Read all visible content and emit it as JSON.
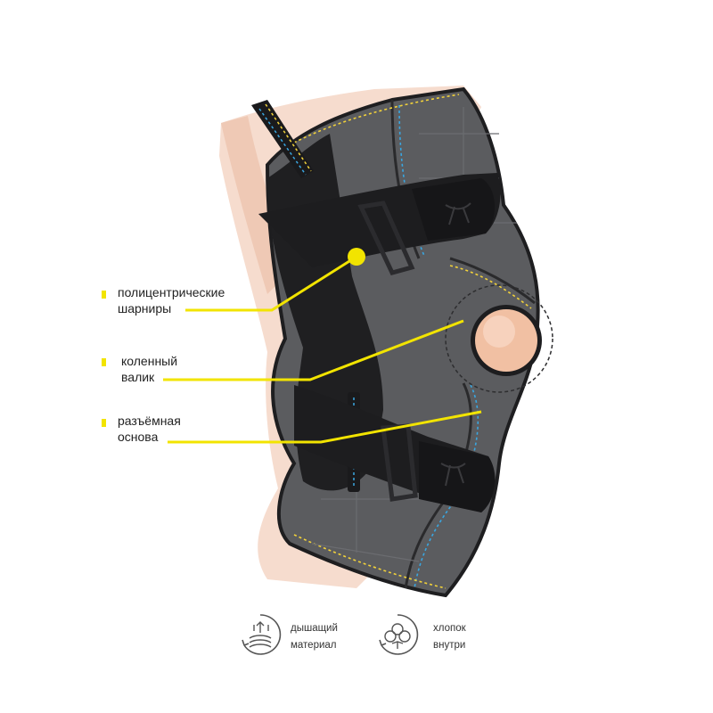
{
  "accent_color": "#f2e400",
  "callouts": [
    {
      "id": "hinges",
      "line1": "полицентрические",
      "line2": "шарниры"
    },
    {
      "id": "pad",
      "line1": "коленный",
      "line2": "валик"
    },
    {
      "id": "base",
      "line1": "разъёмная",
      "line2": "основа"
    }
  ],
  "features": [
    {
      "icon": "breathable-material-icon",
      "line1": "дышащий",
      "line2": "материал"
    },
    {
      "icon": "cotton-icon",
      "line1": "хлопок",
      "line2": "внутри"
    }
  ],
  "product_image": {
    "subject": "knee brace with polycentric hinges, straps and open patella ring",
    "colors": {
      "fabric": "#5a5b5e",
      "strap": "#1d1d1f",
      "stitch_yellow": "#f2d23a",
      "stitch_blue": "#3aa6e0",
      "skin": "#f1c9b3"
    }
  }
}
